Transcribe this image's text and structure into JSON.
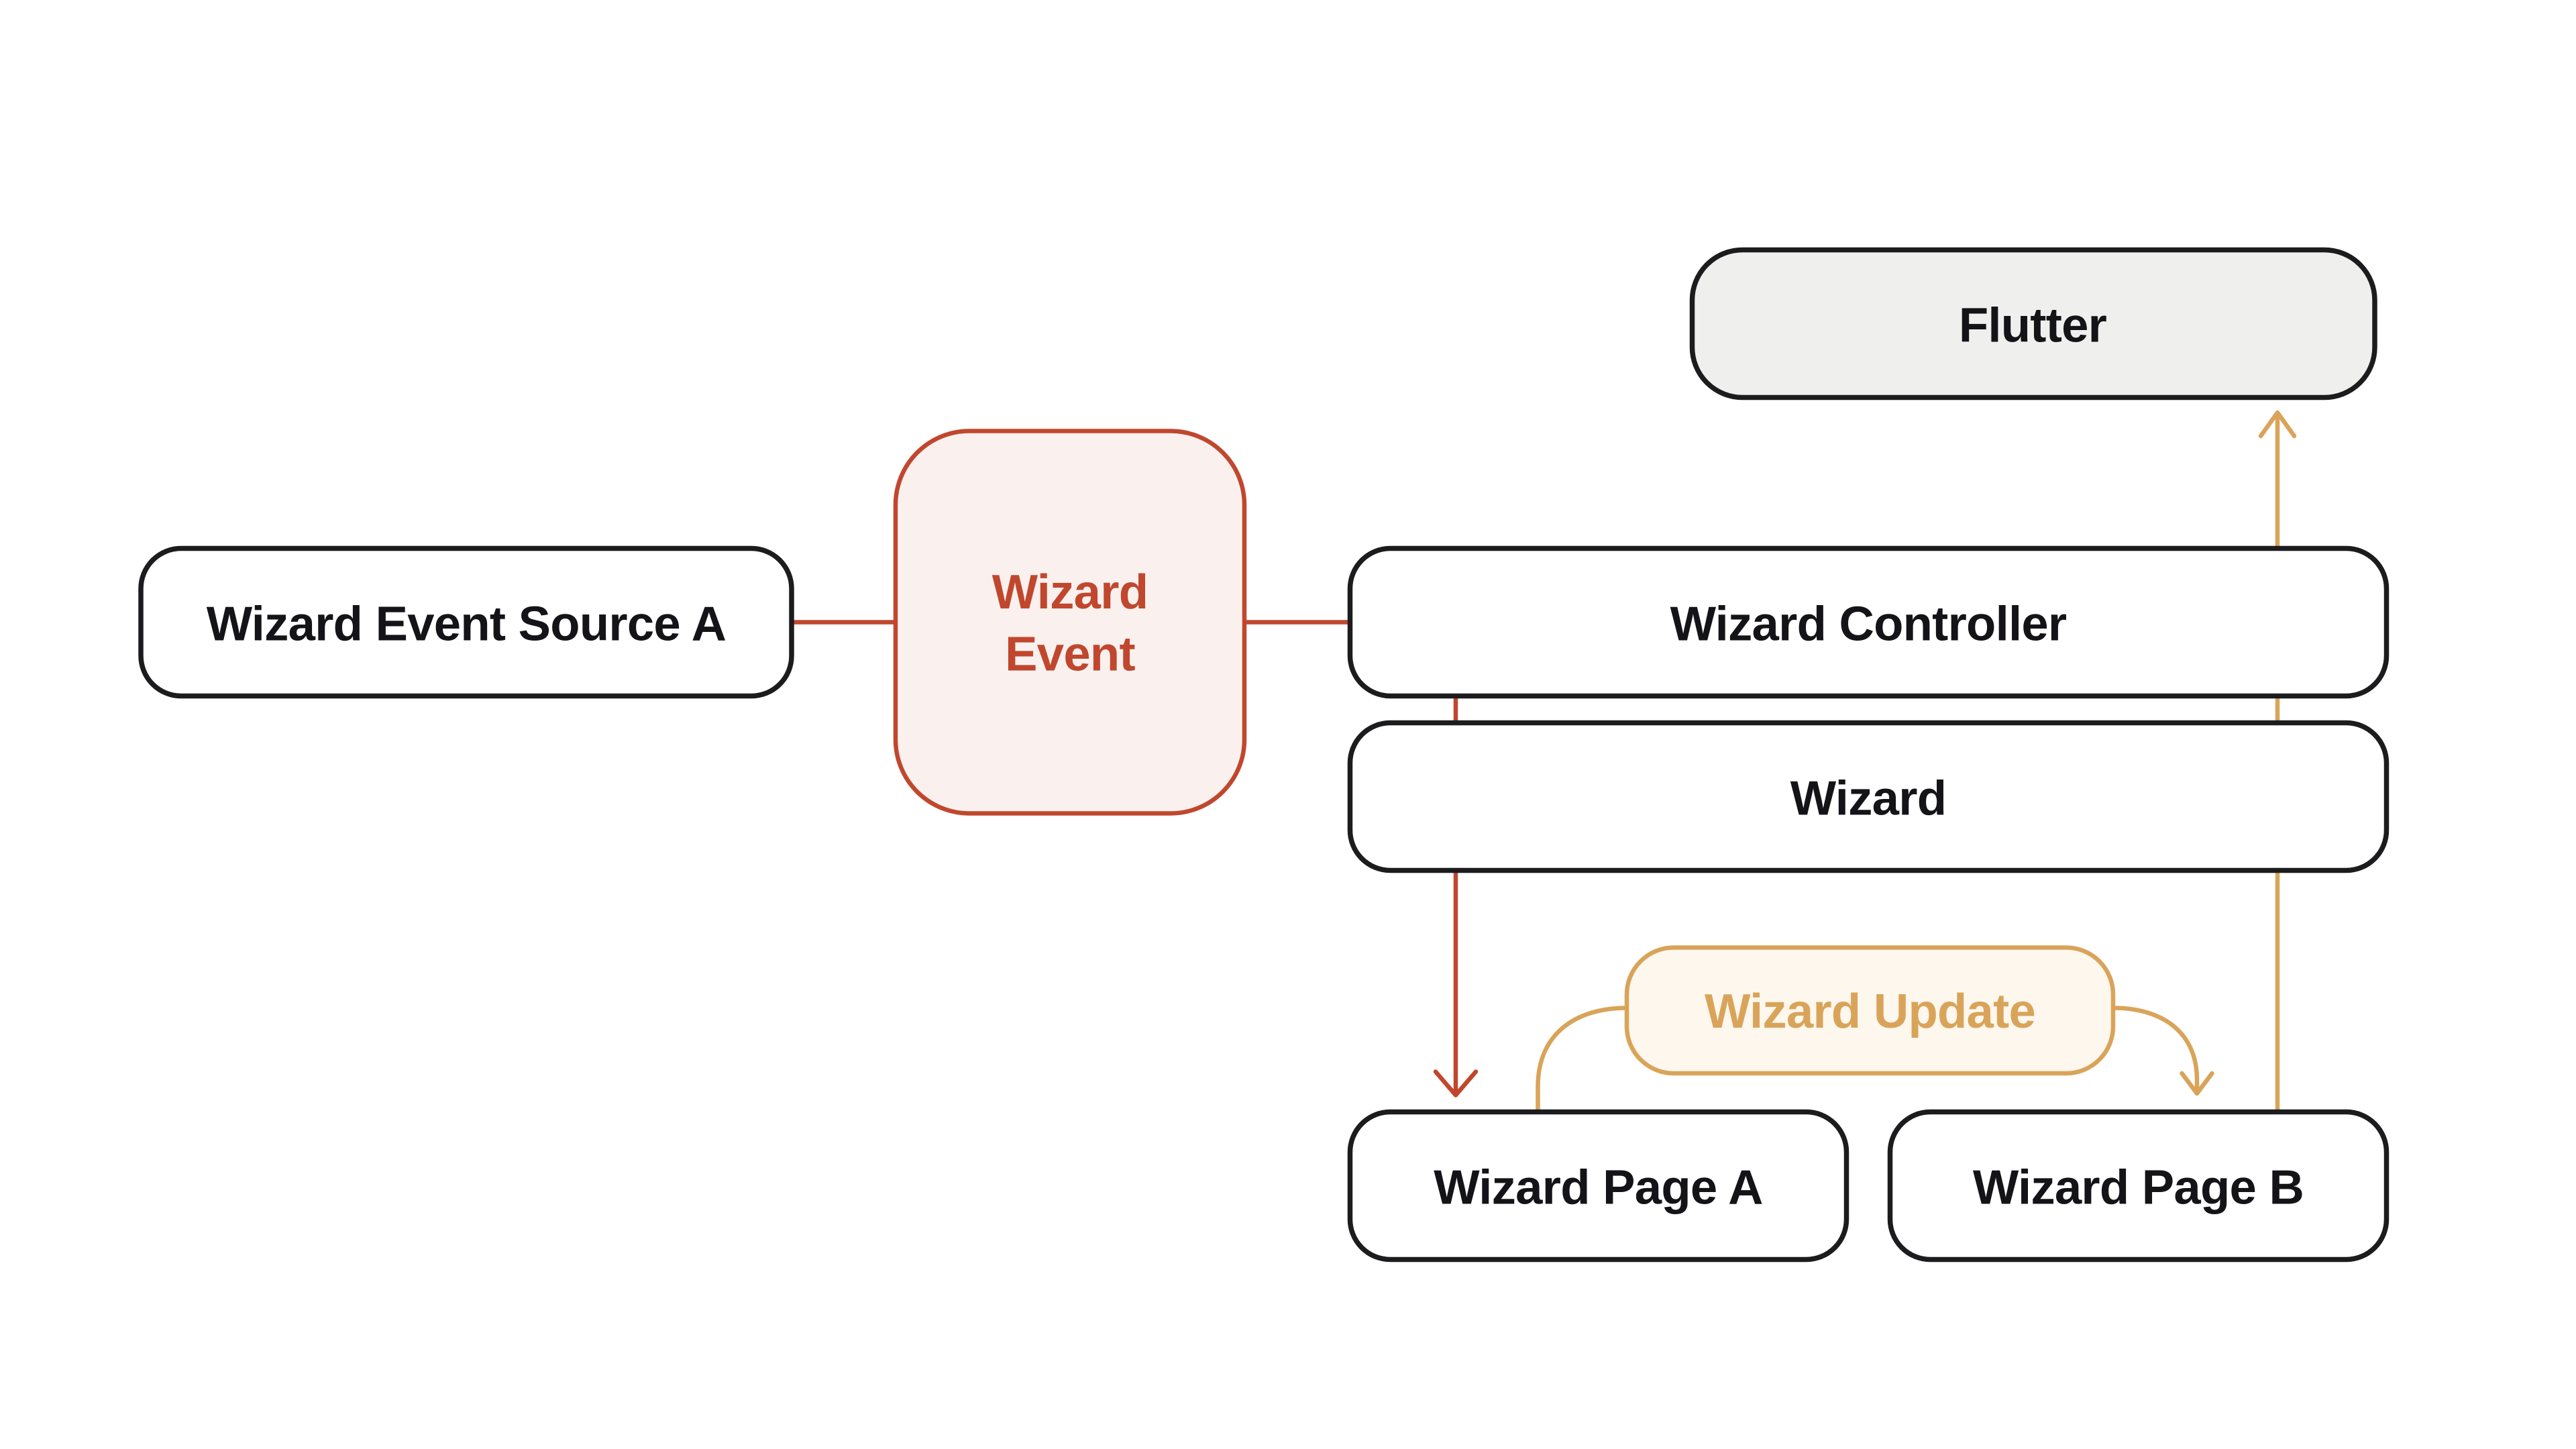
{
  "diagram": {
    "background": "#ffffff",
    "nodes": {
      "flutter": {
        "label": "Flutter"
      },
      "wizard_event_source_a": {
        "label": "Wizard Event Source A"
      },
      "wizard_event": {
        "label": "Wizard Event",
        "line1": "Wizard",
        "line2": "Event"
      },
      "wizard_controller": {
        "label": "Wizard Controller"
      },
      "wizard": {
        "label": "Wizard"
      },
      "wizard_update": {
        "label": "Wizard Update"
      },
      "wizard_page_a": {
        "label": "Wizard Page A"
      },
      "wizard_page_b": {
        "label": "Wizard Page B"
      }
    },
    "colors": {
      "node_border": "#1c1c1e",
      "node_fill": "#ffffff",
      "node_text": "#141418",
      "flutter_fill": "#efefee",
      "red": "#c0472e",
      "red_fill": "#faf1ee",
      "orange": "#d9a45a",
      "orange_fill": "#fdf7ed"
    },
    "edges": [
      {
        "from": "wizard_event_source_a",
        "to": "wizard_event",
        "color": "red",
        "arrow": "none"
      },
      {
        "from": "wizard_event",
        "to": "wizard_controller",
        "color": "red",
        "arrow": "none"
      },
      {
        "from": "wizard_controller",
        "to": "wizard_page_a",
        "color": "red",
        "arrow": "end"
      },
      {
        "from": "wizard_page_a",
        "to": "wizard_update",
        "color": "orange",
        "arrow": "none"
      },
      {
        "from": "wizard_update",
        "to": "wizard_page_b",
        "color": "orange",
        "arrow": "end"
      },
      {
        "from": "wizard_page_b",
        "to": "flutter",
        "color": "orange",
        "arrow": "end"
      }
    ]
  }
}
